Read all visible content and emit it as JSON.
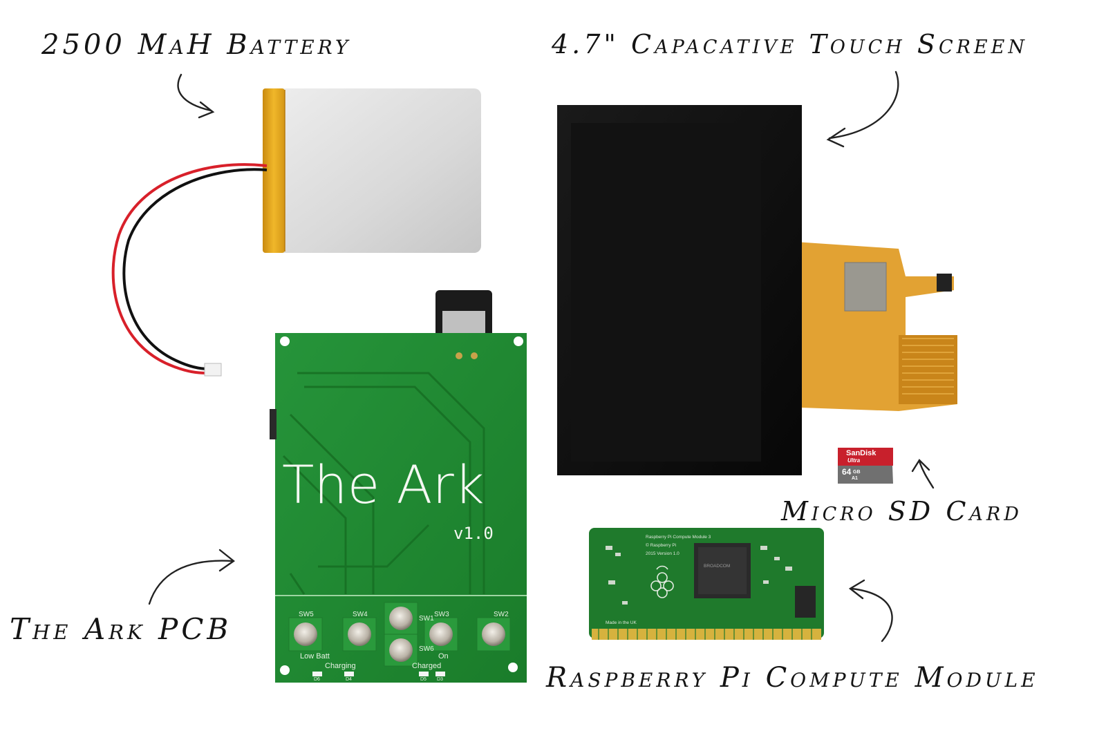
{
  "labels": {
    "battery": "2500 MaH Battery",
    "screen": "4.7\" Capacative Touch Screen",
    "sd_card": "Micro SD Card",
    "pcb": "The Ark PCB",
    "compute_module": "Raspberry Pi Compute Module"
  },
  "pcb": {
    "title": "The Ark",
    "version": "v1.0",
    "switches": [
      "SW5",
      "SW4",
      "SW1",
      "SW3",
      "SW2",
      "SW6"
    ],
    "indicators": [
      "Low Batt",
      "Charging",
      "Charged",
      "On"
    ],
    "leds": [
      "D6",
      "D4",
      "D5",
      "D3"
    ]
  },
  "sd_card": {
    "brand": "SanDisk",
    "line": "Ultra",
    "capacity": "64",
    "unit": "GB",
    "class": "A1"
  },
  "compute_module": {
    "line1": "Raspberry Pi Compute Module 3",
    "line2": "© Raspberry Pi",
    "line3": "2015 Version 1.0",
    "made_in": "Made in the UK",
    "chip": "BROADCOM"
  },
  "colors": {
    "pcb_green": "#1f8a2c",
    "battery_silver": "#dcdcdc",
    "kapton_amber": "#e0a117",
    "screen_black": "#0b0b0b",
    "flex_orange": "#e3a02a",
    "sd_red": "#c8202c"
  }
}
